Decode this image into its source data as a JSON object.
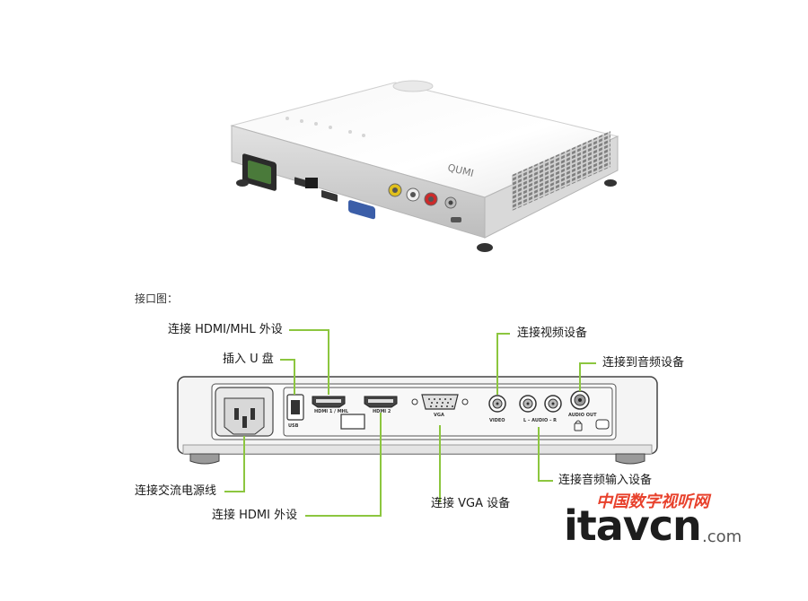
{
  "caption": "接口图：",
  "projector_logo": "QUMI",
  "callouts": {
    "hdmi_mhl": "连接 HDMI/MHL 外设",
    "usb": "插入 U 盘",
    "video": "连接视频设备",
    "audio_out": "连接到音频设备",
    "power": "连接交流电源线",
    "hdmi2": "连接 HDMI 外设",
    "vga": "连接 VGA 设备",
    "audio_in": "连接音频输入设备"
  },
  "ports": {
    "usb": "USB",
    "hdmi1": "HDMI 1 / MHL",
    "hdmi2": "HDMI 2",
    "vga": "VGA",
    "video": "VIDEO",
    "audio": "L – AUDIO – R",
    "audio_out": "AUDIO OUT"
  },
  "watermark": {
    "cn": "中国数字视听网",
    "main": "itavcn",
    "suffix": ".com"
  },
  "colors": {
    "leader": "#8cc63f",
    "watermark_red": "#e8412c",
    "watermark_dark": "#1d1d1d"
  }
}
